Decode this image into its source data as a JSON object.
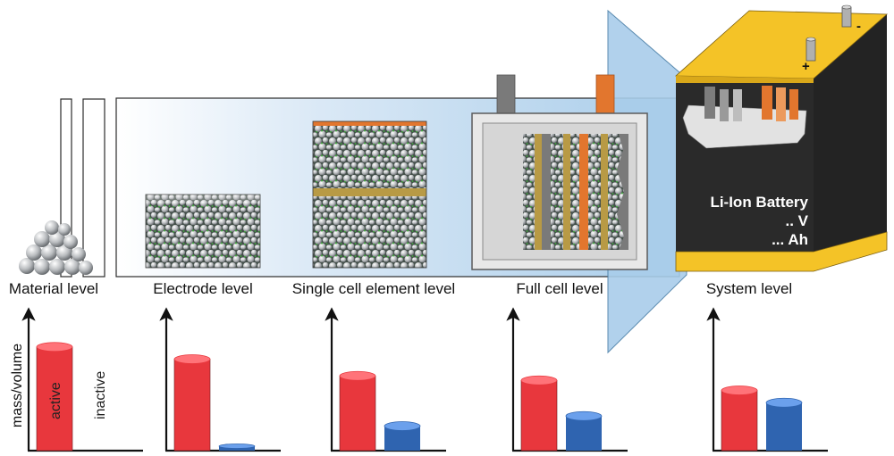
{
  "levels": [
    {
      "label": "Material level"
    },
    {
      "label": "Electrode level"
    },
    {
      "label": "Single cell element level"
    },
    {
      "label": "Full cell level"
    },
    {
      "label": "System level"
    }
  ],
  "battery": {
    "title": "Li-Ion Battery",
    "voltage": ".. V",
    "capacity": "... Ah",
    "plus": "+",
    "minus": "-"
  },
  "bar_text": {
    "y_axis": "mass/volume",
    "active": "active",
    "inactive": "inactive"
  },
  "colors": {
    "active": "#e8373d",
    "inactive": "#2f64b0",
    "copper": "#e2762e",
    "separator": "#b89a45",
    "housing": "#e8e8e8",
    "battery_body": "#2a2a2a",
    "battery_trim": "#f4c327",
    "tab": "#7a7a7a",
    "sky": "#a9cdea"
  },
  "chart_data": [
    {
      "type": "bar",
      "categories": [
        "active",
        "inactive"
      ],
      "values": [
        0.93,
        0.0
      ],
      "ylim": [
        0,
        1
      ]
    },
    {
      "type": "bar",
      "categories": [
        "active",
        "inactive"
      ],
      "values": [
        0.82,
        0.04
      ],
      "ylim": [
        0,
        1
      ]
    },
    {
      "type": "bar",
      "categories": [
        "active",
        "inactive"
      ],
      "values": [
        0.67,
        0.22
      ],
      "ylim": [
        0,
        1
      ]
    },
    {
      "type": "bar",
      "categories": [
        "active",
        "inactive"
      ],
      "values": [
        0.63,
        0.31
      ],
      "ylim": [
        0,
        1
      ]
    },
    {
      "type": "bar",
      "categories": [
        "active",
        "inactive"
      ],
      "values": [
        0.54,
        0.43
      ],
      "ylim": [
        0,
        1
      ]
    }
  ]
}
